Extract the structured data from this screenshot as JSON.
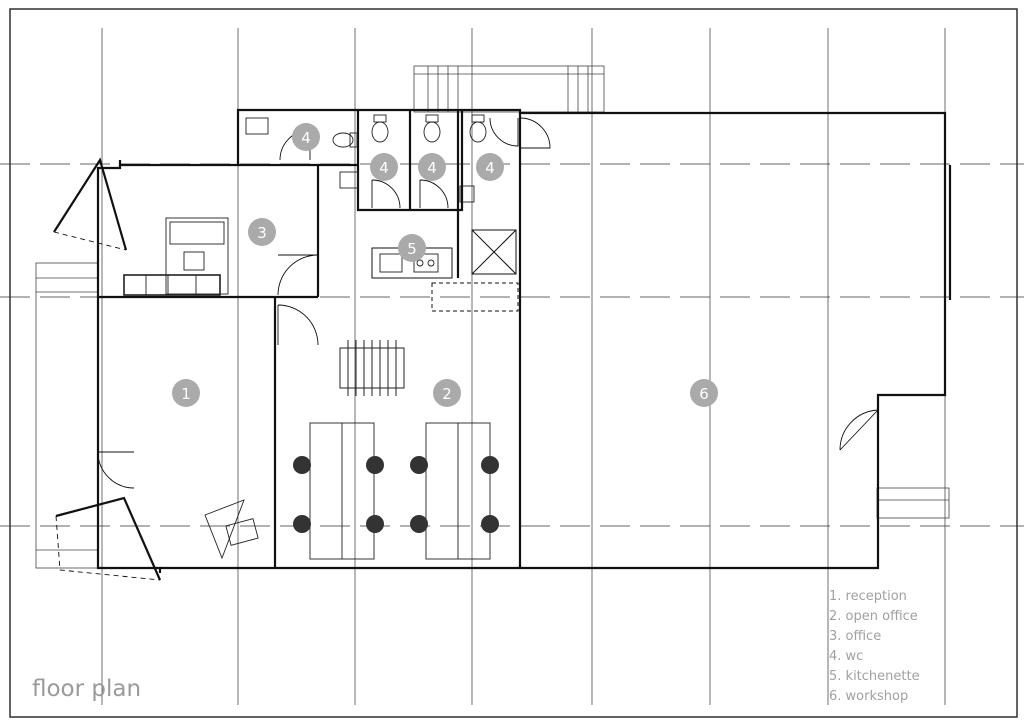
{
  "title": "floor plan",
  "legend": [
    "1. reception",
    "2. open office",
    "3. office",
    "4. wc",
    "5. kitchenette",
    "6. workshop"
  ],
  "rooms": [
    {
      "id": "1",
      "name": "reception"
    },
    {
      "id": "2",
      "name": "open office"
    },
    {
      "id": "3",
      "name": "office"
    },
    {
      "id": "4",
      "name": "wc"
    },
    {
      "id": "5",
      "name": "kitchenette"
    },
    {
      "id": "6",
      "name": "workshop"
    }
  ],
  "colors": {
    "badge": "#aaaaaa",
    "legend_text": "#a0a0a0",
    "title_text": "#9a9a9a",
    "walls": "#111111"
  }
}
